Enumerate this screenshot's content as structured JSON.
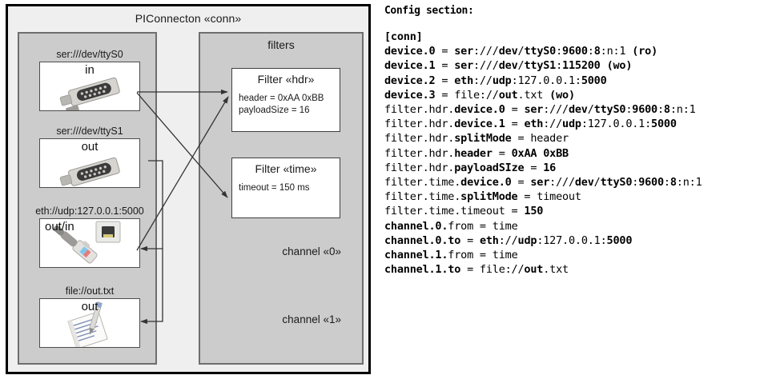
{
  "diagram": {
    "title": "PIConnecton «conn»",
    "panels": {
      "devices": {
        "title": ""
      },
      "filters": {
        "title": "filters"
      }
    },
    "devices": [
      {
        "label": "ser:///dev/ttyS0",
        "direction": "in",
        "icon": "serial-port-icon"
      },
      {
        "label": "ser:///dev/ttyS1",
        "direction": "out",
        "icon": "serial-port-icon"
      },
      {
        "label": "eth://udp:127.0.0.1:5000",
        "direction": "out/in",
        "icon": "ethernet-jack-icon"
      },
      {
        "label": "file://out.txt",
        "direction": "out",
        "icon": "text-file-icon"
      }
    ],
    "filters": [
      {
        "title": "Filter «hdr»",
        "props": "header = 0xAA 0xBB\npayloadSize = 16"
      },
      {
        "title": "Filter «time»",
        "props": "timeout = 150 ms"
      }
    ],
    "channels": [
      {
        "label": "channel «0»"
      },
      {
        "label": "channel «1»"
      }
    ]
  },
  "config": {
    "heading": "Config section:",
    "lines": [
      [
        {
          "t": "[conn]",
          "b": true
        }
      ],
      [
        {
          "t": "device.0",
          "b": true
        },
        {
          "t": " = ",
          "b": false
        },
        {
          "t": "ser",
          "b": true
        },
        {
          "t": ":///",
          "b": false
        },
        {
          "t": "dev",
          "b": true
        },
        {
          "t": "/",
          "b": false
        },
        {
          "t": "ttyS0",
          "b": true
        },
        {
          "t": ":",
          "b": false
        },
        {
          "t": "9600",
          "b": true
        },
        {
          "t": ":",
          "b": false
        },
        {
          "t": "8",
          "b": true
        },
        {
          "t": ":n:1 ",
          "b": false
        },
        {
          "t": "(ro)",
          "b": true
        }
      ],
      [
        {
          "t": "device.1",
          "b": true
        },
        {
          "t": " = ",
          "b": false
        },
        {
          "t": "ser",
          "b": true
        },
        {
          "t": ":///",
          "b": false
        },
        {
          "t": "dev",
          "b": true
        },
        {
          "t": "/",
          "b": false
        },
        {
          "t": "ttyS1",
          "b": true
        },
        {
          "t": ":",
          "b": false
        },
        {
          "t": "115200",
          "b": true
        },
        {
          "t": " ",
          "b": false
        },
        {
          "t": "(wo)",
          "b": true
        }
      ],
      [
        {
          "t": "device.2",
          "b": true
        },
        {
          "t": " = ",
          "b": false
        },
        {
          "t": "eth",
          "b": true
        },
        {
          "t": "://",
          "b": false
        },
        {
          "t": "udp",
          "b": true
        },
        {
          "t": ":127.0.0.1:",
          "b": false
        },
        {
          "t": "5000",
          "b": true
        }
      ],
      [
        {
          "t": "device.3",
          "b": true
        },
        {
          "t": " = ",
          "b": false
        },
        {
          "t": "file://",
          "b": false
        },
        {
          "t": "out",
          "b": true
        },
        {
          "t": ".txt ",
          "b": false
        },
        {
          "t": "(wo)",
          "b": true
        }
      ],
      [
        {
          "t": "filter.hdr.",
          "b": false
        },
        {
          "t": "device.0",
          "b": true
        },
        {
          "t": " = ",
          "b": false
        },
        {
          "t": "ser",
          "b": true
        },
        {
          "t": ":///",
          "b": false
        },
        {
          "t": "dev",
          "b": true
        },
        {
          "t": "/",
          "b": false
        },
        {
          "t": "ttyS0",
          "b": true
        },
        {
          "t": ":",
          "b": false
        },
        {
          "t": "9600",
          "b": true
        },
        {
          "t": ":",
          "b": false
        },
        {
          "t": "8",
          "b": true
        },
        {
          "t": ":n:1",
          "b": false
        }
      ],
      [
        {
          "t": "filter.hdr.",
          "b": false
        },
        {
          "t": "device.1",
          "b": true
        },
        {
          "t": " = ",
          "b": false
        },
        {
          "t": "eth",
          "b": true
        },
        {
          "t": "://",
          "b": false
        },
        {
          "t": "udp",
          "b": true
        },
        {
          "t": ":127.0.0.1:",
          "b": false
        },
        {
          "t": "5000",
          "b": true
        }
      ],
      [
        {
          "t": "filter.hdr.",
          "b": false
        },
        {
          "t": "splitMode",
          "b": true
        },
        {
          "t": " = header",
          "b": false
        }
      ],
      [
        {
          "t": "filter.hdr.",
          "b": false
        },
        {
          "t": "header",
          "b": true
        },
        {
          "t": " = ",
          "b": false
        },
        {
          "t": "0xAA 0xBB",
          "b": true
        }
      ],
      [
        {
          "t": "filter.hdr.",
          "b": false
        },
        {
          "t": "payloadSIze",
          "b": true
        },
        {
          "t": " = ",
          "b": false
        },
        {
          "t": "16",
          "b": true
        }
      ],
      [
        {
          "t": "filter.time.",
          "b": false
        },
        {
          "t": "device.0",
          "b": true
        },
        {
          "t": " = ",
          "b": false
        },
        {
          "t": "ser",
          "b": true
        },
        {
          "t": ":///",
          "b": false
        },
        {
          "t": "dev",
          "b": true
        },
        {
          "t": "/",
          "b": false
        },
        {
          "t": "ttyS0",
          "b": true
        },
        {
          "t": ":",
          "b": false
        },
        {
          "t": "9600",
          "b": true
        },
        {
          "t": ":",
          "b": false
        },
        {
          "t": "8",
          "b": true
        },
        {
          "t": ":n:1",
          "b": false
        }
      ],
      [
        {
          "t": "filter.time.",
          "b": false
        },
        {
          "t": "splitMode",
          "b": true
        },
        {
          "t": " = timeout",
          "b": false
        }
      ],
      [
        {
          "t": "filter.time.timeout = ",
          "b": false
        },
        {
          "t": "150",
          "b": true
        }
      ],
      [
        {
          "t": "channel.0.",
          "b": true
        },
        {
          "t": "from",
          "b": false
        },
        {
          "t": " = time",
          "b": false
        }
      ],
      [
        {
          "t": "channel.0.",
          "b": true
        },
        {
          "t": "to",
          "b": true
        },
        {
          "t": " = ",
          "b": false
        },
        {
          "t": "eth",
          "b": true
        },
        {
          "t": "://",
          "b": false
        },
        {
          "t": "udp",
          "b": true
        },
        {
          "t": ":127.0.0.1:",
          "b": false
        },
        {
          "t": "5000",
          "b": true
        }
      ],
      [
        {
          "t": "channel.1.",
          "b": true
        },
        {
          "t": "from",
          "b": false
        },
        {
          "t": " = time",
          "b": false
        }
      ],
      [
        {
          "t": "channel.1.",
          "b": true
        },
        {
          "t": "to",
          "b": true
        },
        {
          "t": " = file://",
          "b": false
        },
        {
          "t": "out",
          "b": true
        },
        {
          "t": ".txt",
          "b": false
        }
      ]
    ]
  },
  "colors": {
    "outer_border": "#000000",
    "canvas": "#efefef",
    "panel_fill": "#cccccc",
    "panel_border": "#6e6e6e",
    "box_fill": "#ffffff",
    "wire": "#333333"
  }
}
